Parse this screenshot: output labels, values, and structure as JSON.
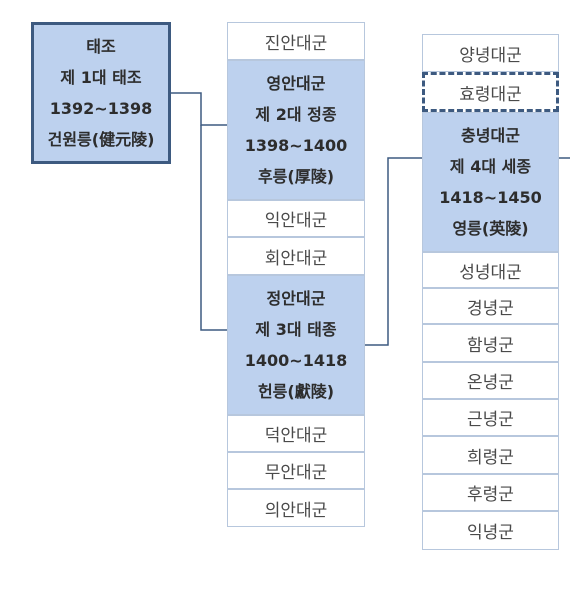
{
  "root": {
    "line1": "태조",
    "line2": "제 1대 태조",
    "line3": "1392~1398",
    "line4": "건원릉(健元陵)"
  },
  "col2": {
    "top": [
      "진안대군"
    ],
    "king2": {
      "line1": "영안대군",
      "line2": "제 2대 정종",
      "line3": "1398~1400",
      "line4": "후릉(厚陵)"
    },
    "mid": [
      "익안대군",
      "회안대군"
    ],
    "king3": {
      "line1": "정안대군",
      "line2": "제 3대 태종",
      "line3": "1400~1418",
      "line4": "헌릉(獻陵)"
    },
    "bottom": [
      "덕안대군",
      "무안대군",
      "의안대군"
    ]
  },
  "col3": {
    "top": "양녕대군",
    "dashed": "효령대군",
    "king4": {
      "line1": "충녕대군",
      "line2": "제 4대 세종",
      "line3": "1418~1450",
      "line4": "영릉(英陵)"
    },
    "bottom": [
      "성녕대군",
      "경녕군",
      "함녕군",
      "온녕군",
      "근녕군",
      "희령군",
      "후령군",
      "익녕군"
    ]
  }
}
